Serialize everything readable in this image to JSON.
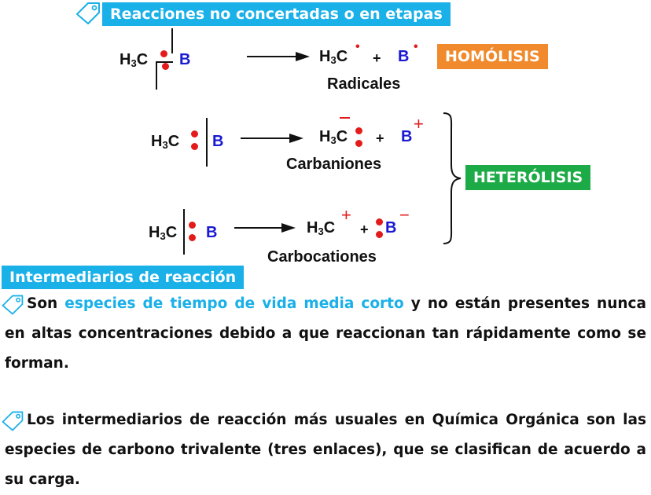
{
  "header": {
    "title": "Reacciones no concertadas o en etapas"
  },
  "homolysis": {
    "left_carbon": "H",
    "left_carbon_sub": "3",
    "left_carbon_tail": "C",
    "left_b": "B",
    "prod_carbon": "H",
    "prod_carbon_sub": "3",
    "prod_carbon_tail": "C",
    "prod_carbon_mark": "•",
    "plus": "+",
    "prod_b": "B",
    "prod_b_mark": "•",
    "caption": "Radicales",
    "label": "HOMÓLISIS"
  },
  "carbanion": {
    "left_carbon": "H",
    "left_carbon_sub": "3",
    "left_carbon_tail": "C",
    "left_b": "B",
    "prod_carbon": "H",
    "prod_carbon_sub": "3",
    "prod_carbon_tail": "C",
    "plus": "+",
    "prod_b": "B",
    "prod_b_charge": "+",
    "caption": "Carbaniones"
  },
  "carbocation": {
    "left_carbon": "H",
    "left_carbon_sub": "3",
    "left_carbon_tail": "C",
    "left_b": "B",
    "prod_carbon": "H",
    "prod_carbon_sub": "3",
    "prod_carbon_tail": "C",
    "prod_carbon_charge": "+",
    "plus": "+",
    "prod_b": "B",
    "prod_b_charge": "−",
    "caption": "Carbocationes"
  },
  "heterolysis": {
    "label": "HETERÓLISIS"
  },
  "intermediates": {
    "title": "Intermediarios de reacción",
    "p1_a": "Son ",
    "p1_hl": "especies de tiempo de vida media corto",
    "p1_b": " y no están presentes nunca en altas concentraciones debido a que reaccionan tan rápidamente como se forman.",
    "p2": "Los intermediarios de reacción más usuales en Química Orgánica son las especies de carbono trivalente (tres enlaces), que se clasifican de acuerdo a su carga."
  },
  "colors": {
    "banner": "#1ab0e8",
    "homolysis_box": "#f08a2c",
    "heterolysis_box": "#1cab46",
    "electron": "#e31b1b",
    "b_atom": "#1a1ad0"
  }
}
